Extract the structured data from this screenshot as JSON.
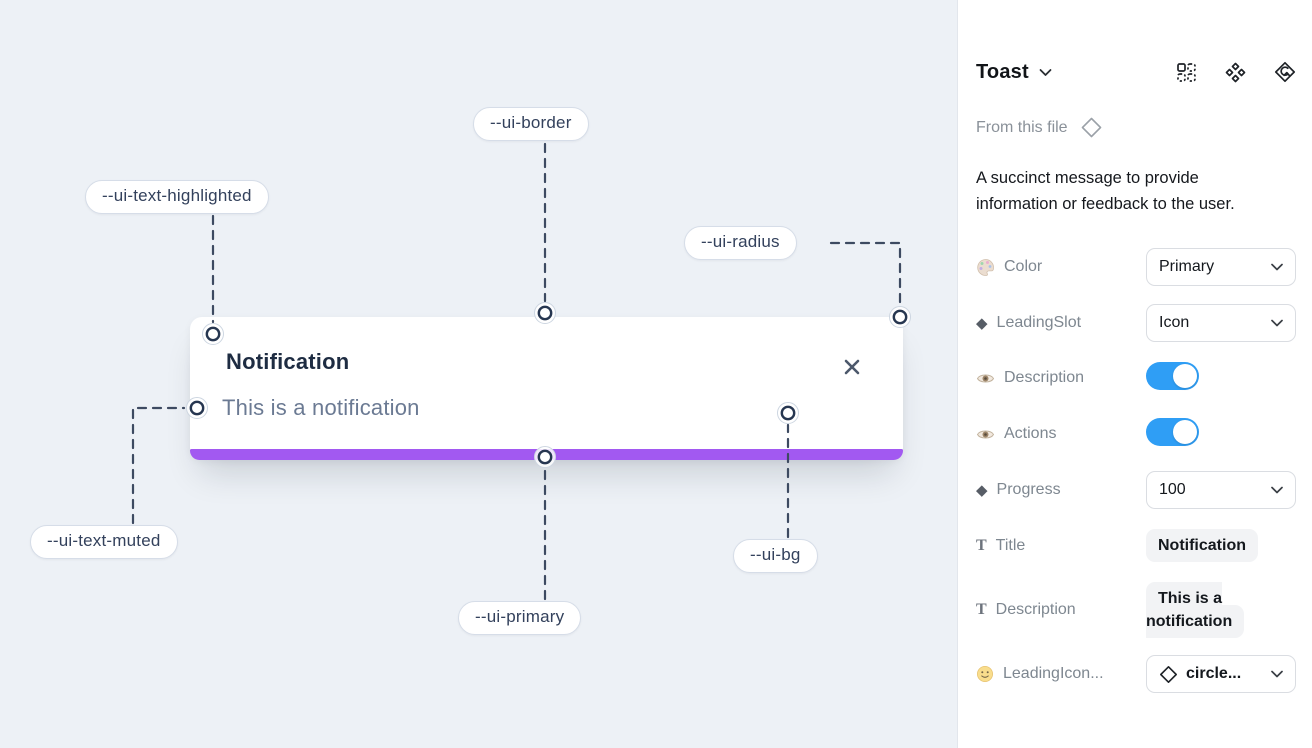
{
  "canvas": {
    "toast": {
      "title": "Notification",
      "description": "This is a notification",
      "close_icon": "x-icon"
    },
    "token_labels": [
      "--ui-border",
      "--ui-text-highlighted",
      "--ui-radius",
      "--ui-text-muted",
      "--ui-primary",
      "--ui-bg"
    ]
  },
  "panel": {
    "header": {
      "title": "Toast",
      "icons": [
        "instance-grid-icon",
        "component-icon",
        "return-to-instance-icon"
      ]
    },
    "source": {
      "label": "From this file",
      "icon": "diamond-outline-icon"
    },
    "description": "A succinct message to provide information or feedback to the user.",
    "rows": [
      {
        "icon": "palette-icon",
        "label": "Color",
        "control": "dropdown",
        "value": "Primary"
      },
      {
        "icon": "diamond-icon",
        "label": "LeadingSlot",
        "control": "dropdown",
        "value": "Icon"
      },
      {
        "icon": "eye-icon",
        "label": "Description",
        "control": "toggle",
        "value": "on"
      },
      {
        "icon": "eye-icon",
        "label": "Actions",
        "control": "toggle",
        "value": "on"
      },
      {
        "icon": "diamond-icon",
        "label": "Progress",
        "control": "dropdown",
        "value": "100"
      },
      {
        "icon": "text-icon",
        "label": "Title",
        "control": "textfield",
        "value": "Notification"
      },
      {
        "icon": "text-icon",
        "label": "Description",
        "control": "textfield",
        "value": "This is a notification"
      },
      {
        "icon": "smiley-icon",
        "label": "LeadingIcon...",
        "control": "icon-dropdown",
        "value": "circle..."
      }
    ]
  },
  "colors": {
    "primary": "#a259f1",
    "toggle_on": "#2f9ef5",
    "canvas_bg": "#edf1f6",
    "token_text": "#33415c",
    "toast_title": "#1e2c42",
    "toast_muted": "#6b7a93"
  }
}
